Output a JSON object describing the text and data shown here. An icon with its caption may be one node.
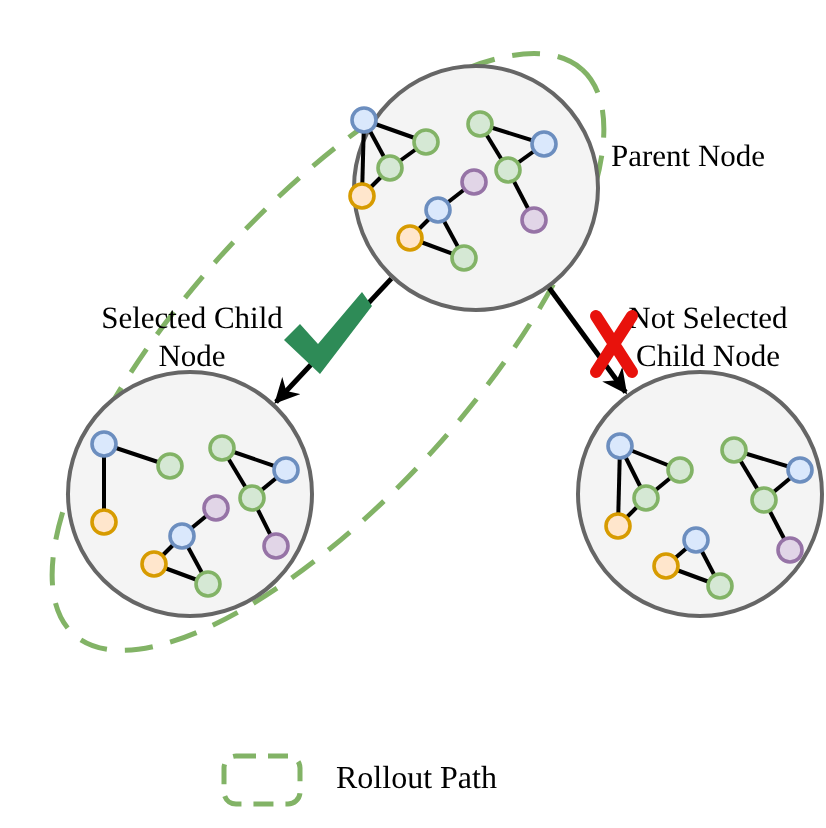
{
  "diagram": {
    "nodes": [
      {
        "text": [],
        "shape": "circle",
        "beside": [
          "Parent Node"
        ]
      },
      {
        "text": [],
        "shape": "circle",
        "beside": [
          "Selected Child Node"
        ]
      },
      {
        "text": [],
        "shape": "circle",
        "beside": [
          "Not Selected Child Node"
        ]
      }
    ],
    "edges": [
      {
        "from": 0,
        "to": 1,
        "arrow": "to"
      },
      {
        "from": 0,
        "to": 2,
        "arrow": "to"
      }
    ],
    "legend": [
      {
        "text": "Rollout Path"
      }
    ]
  }
}
